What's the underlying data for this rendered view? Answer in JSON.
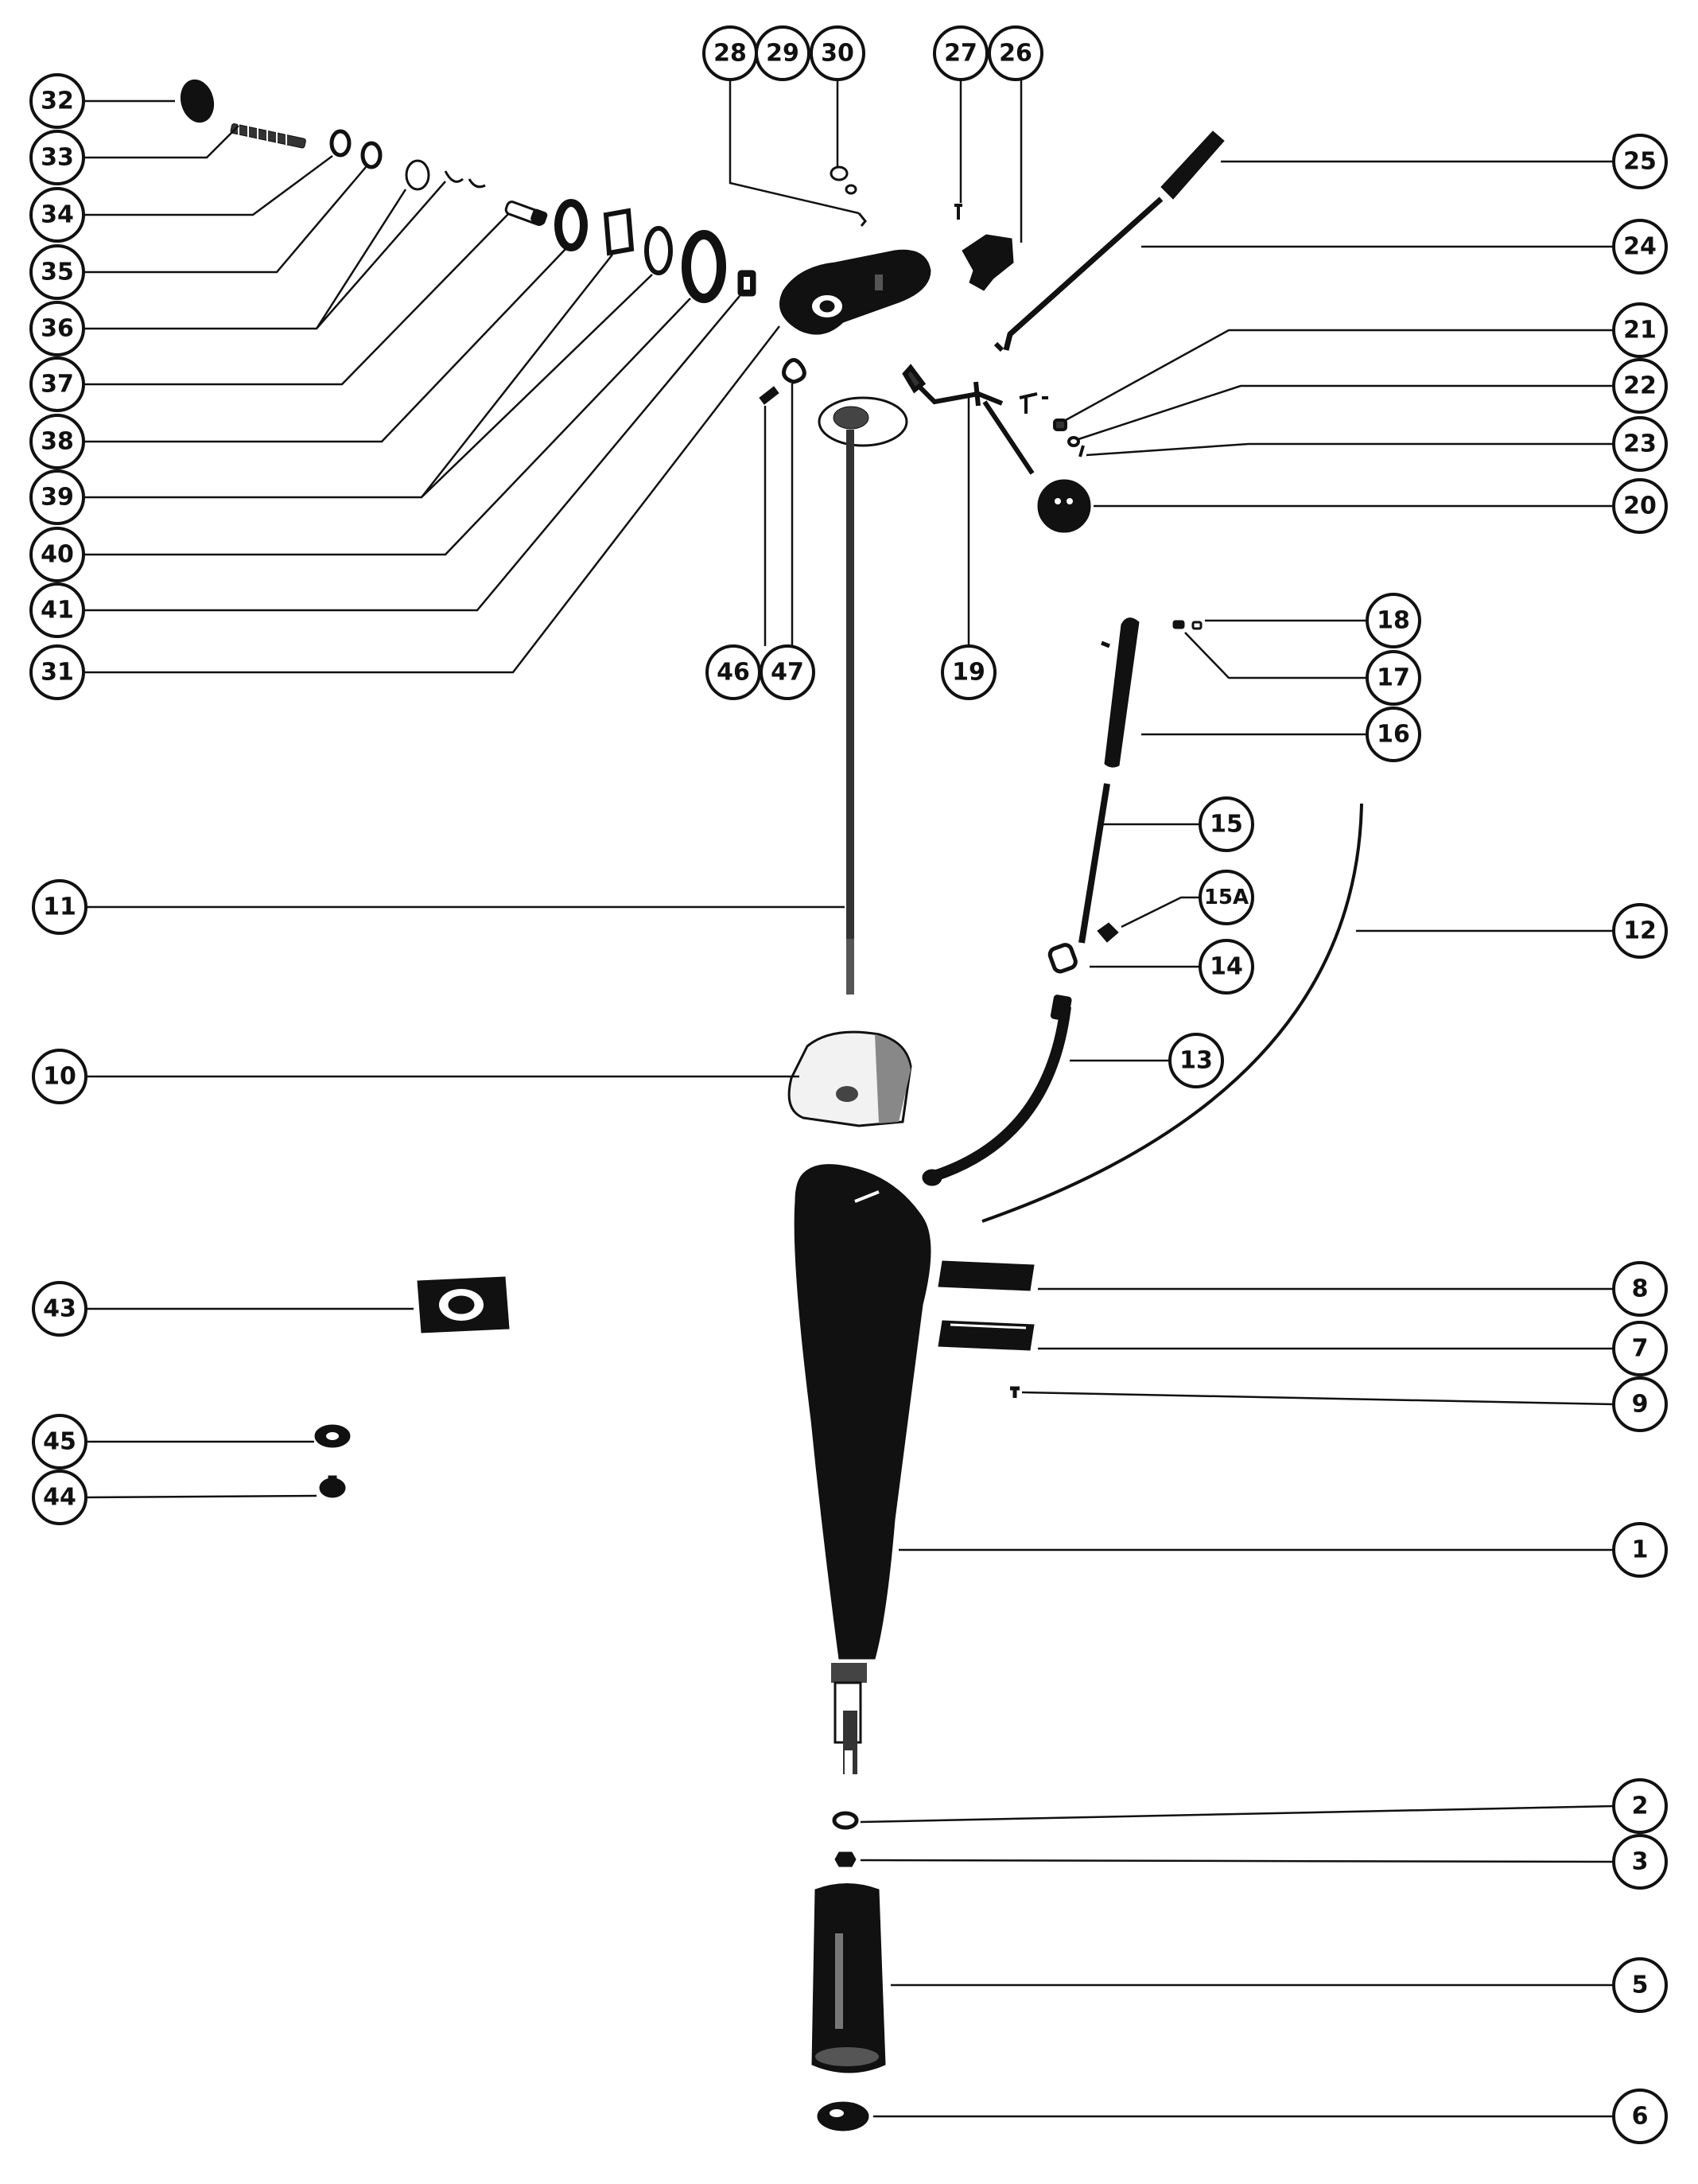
{
  "diagram": {
    "callouts": [
      {
        "id": "c32",
        "label": "32"
      },
      {
        "id": "c33",
        "label": "33"
      },
      {
        "id": "c34",
        "label": "34"
      },
      {
        "id": "c35",
        "label": "35"
      },
      {
        "id": "c36",
        "label": "36"
      },
      {
        "id": "c37",
        "label": "37"
      },
      {
        "id": "c38",
        "label": "38"
      },
      {
        "id": "c39",
        "label": "39"
      },
      {
        "id": "c40",
        "label": "40"
      },
      {
        "id": "c41",
        "label": "41"
      },
      {
        "id": "c31",
        "label": "31"
      },
      {
        "id": "c28",
        "label": "28"
      },
      {
        "id": "c29",
        "label": "29"
      },
      {
        "id": "c30",
        "label": "30"
      },
      {
        "id": "c27",
        "label": "27"
      },
      {
        "id": "c26",
        "label": "26"
      },
      {
        "id": "c46",
        "label": "46"
      },
      {
        "id": "c47",
        "label": "47"
      },
      {
        "id": "c19",
        "label": "19"
      },
      {
        "id": "c25",
        "label": "25"
      },
      {
        "id": "c24",
        "label": "24"
      },
      {
        "id": "c21",
        "label": "21"
      },
      {
        "id": "c22",
        "label": "22"
      },
      {
        "id": "c23",
        "label": "23"
      },
      {
        "id": "c20",
        "label": "20"
      },
      {
        "id": "c18",
        "label": "18"
      },
      {
        "id": "c17",
        "label": "17"
      },
      {
        "id": "c16",
        "label": "16"
      },
      {
        "id": "c15",
        "label": "15"
      },
      {
        "id": "c15a",
        "label": "15A"
      },
      {
        "id": "c14",
        "label": "14"
      },
      {
        "id": "c13",
        "label": "13"
      },
      {
        "id": "c12",
        "label": "12"
      },
      {
        "id": "c11",
        "label": "11"
      },
      {
        "id": "c10",
        "label": "10"
      },
      {
        "id": "c8",
        "label": "8"
      },
      {
        "id": "c7",
        "label": "7"
      },
      {
        "id": "c9",
        "label": "9"
      },
      {
        "id": "c43",
        "label": "43"
      },
      {
        "id": "c45",
        "label": "45"
      },
      {
        "id": "c44",
        "label": "44"
      },
      {
        "id": "c1",
        "label": "1"
      },
      {
        "id": "c2",
        "label": "2"
      },
      {
        "id": "c3",
        "label": "3"
      },
      {
        "id": "c5",
        "label": "5"
      },
      {
        "id": "c6",
        "label": "6"
      }
    ]
  }
}
